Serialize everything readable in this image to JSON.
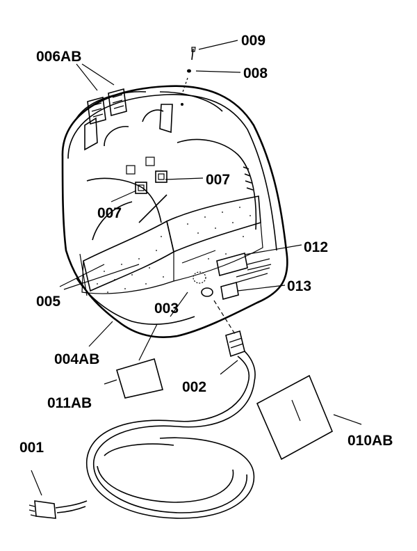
{
  "labels": {
    "p001": "001",
    "p002": "002",
    "p003": "003",
    "p004": "004AB",
    "p005": "005",
    "p006": "006AB",
    "p007a": "007",
    "p007b": "007",
    "p008": "008",
    "p009": "009",
    "p010": "010AB",
    "p011": "011AB",
    "p012": "012",
    "p013": "013"
  },
  "colors": {
    "ink": "#000000",
    "paper": "#ffffff"
  }
}
